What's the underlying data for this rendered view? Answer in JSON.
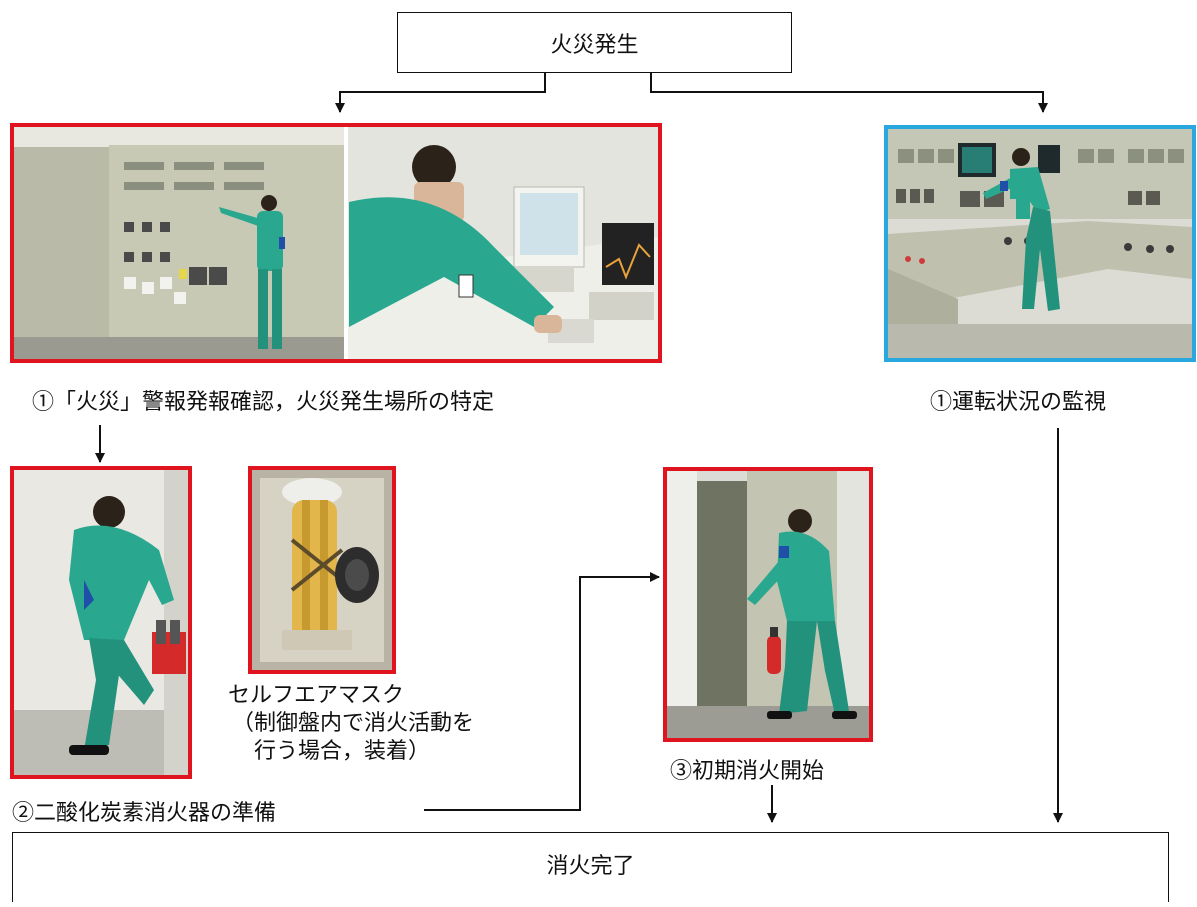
{
  "start_node": "火災発生",
  "end_node": "消火完了",
  "captions": {
    "alarm_confirm": "①「火災」警報発報確認，火災発生場所の特定",
    "monitor": "①運転状況の監視",
    "co2_prep": "②二酸化炭素消火器の準備",
    "initial_extinguish": "③初期消火開始",
    "scba_title": "セルフエアマスク",
    "scba_note_1": "（制御盤内で消火活動を",
    "scba_note_2": "　行う場合，装着）"
  },
  "colors": {
    "red_frame": "#e0141e",
    "blue_frame": "#29a8e0",
    "uniform": "#2aa88f",
    "panel": "#c9cbb7"
  }
}
